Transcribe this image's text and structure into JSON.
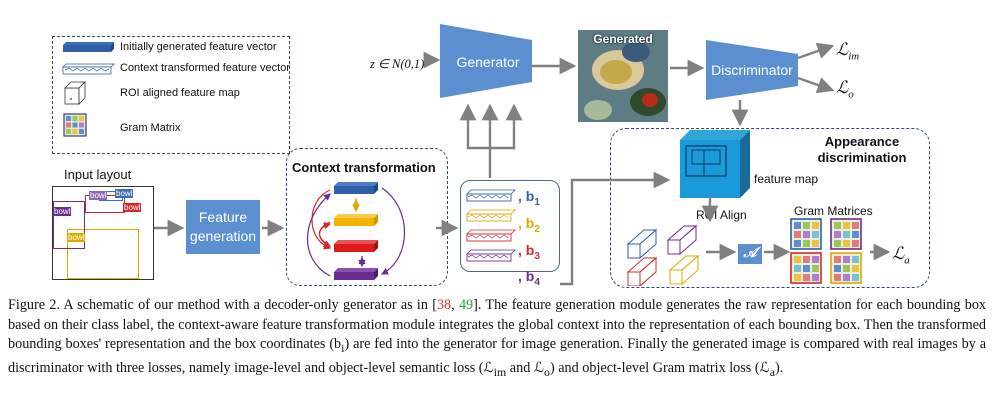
{
  "legend": {
    "initial_vector": "Initially generated feature vector",
    "context_vector": "Context transformed feature vector",
    "roi_map": "ROI aligned feature map",
    "gram": "Gram Matrix"
  },
  "input_layout": {
    "title": "Input layout",
    "labels": [
      "bowl",
      "bowl",
      "bowl",
      "bowl",
      "bowl"
    ]
  },
  "feature_generation": {
    "line1": "Feature",
    "line2": "generation"
  },
  "context_transformation": {
    "title": "Context transformation"
  },
  "boxes": [
    "b1",
    "b2",
    "b3",
    "b4"
  ],
  "box_colors": [
    "#2f5fa8",
    "#e0a800",
    "#d62728",
    "#6a2c91"
  ],
  "noise": "z ∈ N(0,1)",
  "generator": "Generator",
  "generated": "Generated",
  "discriminator": "Discriminator",
  "losses": {
    "im": "ℒim",
    "o": "ℒo",
    "a": "ℒa"
  },
  "appearance": {
    "line1": "Appearance",
    "line2": "discrimination"
  },
  "feature_map": "feature map",
  "roi_align": "ROI Align",
  "gram_matrices": "Gram Matrices",
  "operator": "𝒜",
  "caption": {
    "p1": "Figure 2. A schematic of our method with a decoder-only generator as in [",
    "ref1": "38",
    "sep": ", ",
    "ref2": "49",
    "p2": "]. The feature generation module generates the raw representation for each bounding box based on their class label, the context-aware feature transformation module integrates the global context into the representation of each bounding box. Then the transformed bounding boxes' representation and the box coordinates (b",
    "sub_i": "i",
    "p3": ") are fed into the generator for image generation. Finally the generated image is compared with real images by a discriminator with three losses, namely image-level and object-level semantic loss (ℒ",
    "sub_im": "im",
    "p4": " and ℒ",
    "sub_o": "o",
    "p5": ") and object-level Gram matrix loss (ℒ",
    "sub_a": "a",
    "p6": ")."
  }
}
